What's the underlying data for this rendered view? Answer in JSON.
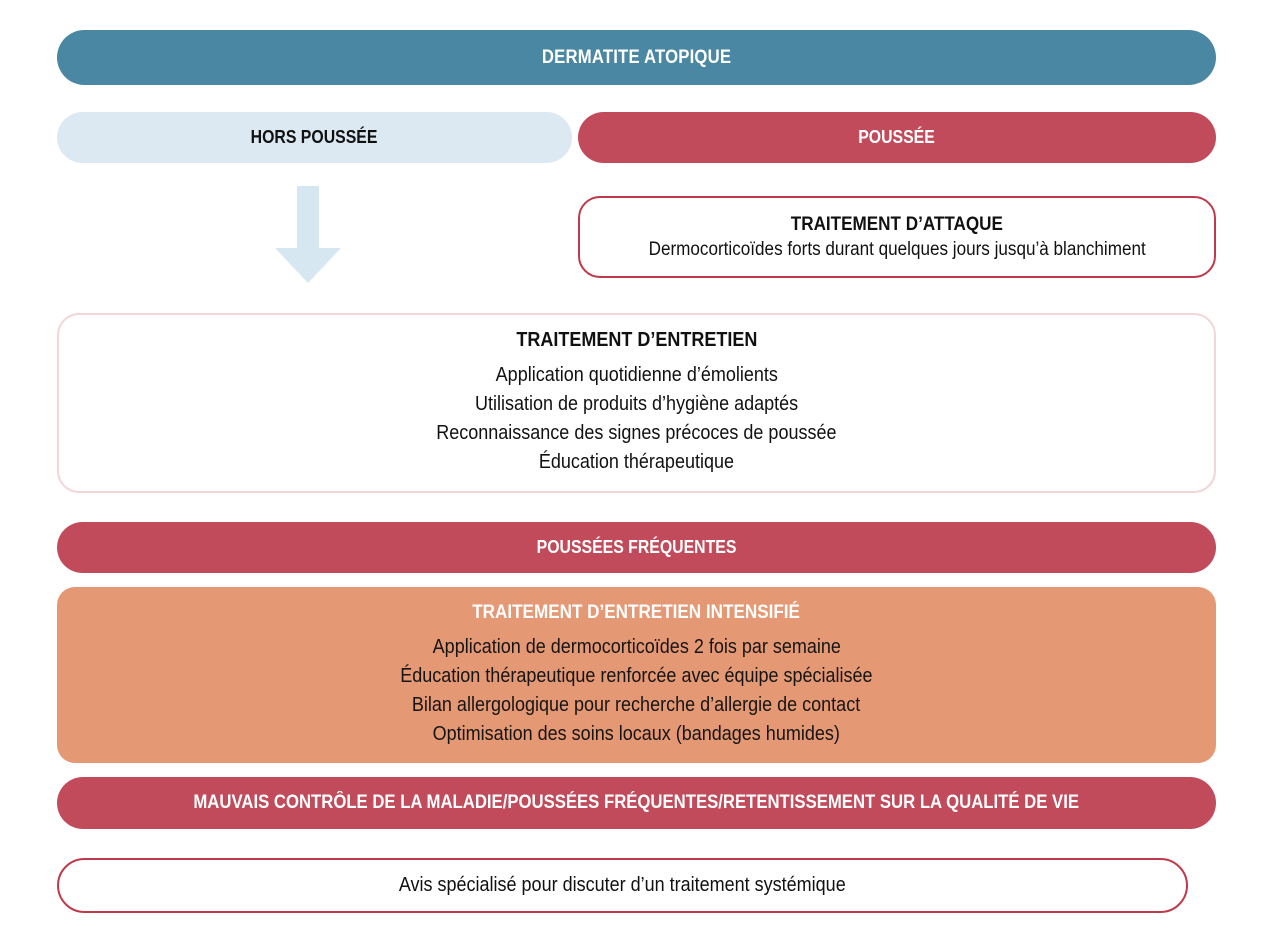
{
  "diagram": {
    "title": "DERMATITE ATOPIQUE",
    "branch_left": "HORS POUSSÉE",
    "branch_right": "POUSSÉE",
    "attack": {
      "heading": "TRAITEMENT D’ATTAQUE",
      "detail": "Dermocorticoïdes forts durant quelques jours jusqu’à blanchiment"
    },
    "maintenance": {
      "heading": "TRAITEMENT D’ENTRETIEN",
      "lines": [
        "Application quotidienne d’émolients",
        "Utilisation de produits d’hygiène adaptés",
        "Reconnaissance des signes précoces de poussée",
        "Éducation thérapeutique"
      ]
    },
    "frequent_flares": "POUSSÉES FRÉQUENTES",
    "intensified": {
      "heading": "TRAITEMENT D’ENTRETIEN INTENSIFIÉ",
      "lines": [
        "Application de dermocorticoïdes 2 fois par semaine",
        "Éducation thérapeutique renforcée avec équipe spécialisée",
        "Bilan allergologique pour recherche d’allergie de contact",
        "Optimisation des soins locaux (bandages humides)"
      ]
    },
    "poor_control": "MAUVAIS CONTRÔLE DE LA MALADIE/POUSSÉES FRÉQUENTES/RETENTISSEMENT SUR LA QUALITÉ DE VIE",
    "specialist": "Avis spécialisé pour discuter d’un traitement systémique"
  },
  "colors": {
    "title_blue": "#4A87A2",
    "light_blue": "#DCE9F2",
    "crimson": "#C24B5B",
    "crimson_border": "#C0394B",
    "pink_border": "#F2D5D7",
    "salmon": "#E59874",
    "arrow_blue": "#D6E7F2"
  }
}
